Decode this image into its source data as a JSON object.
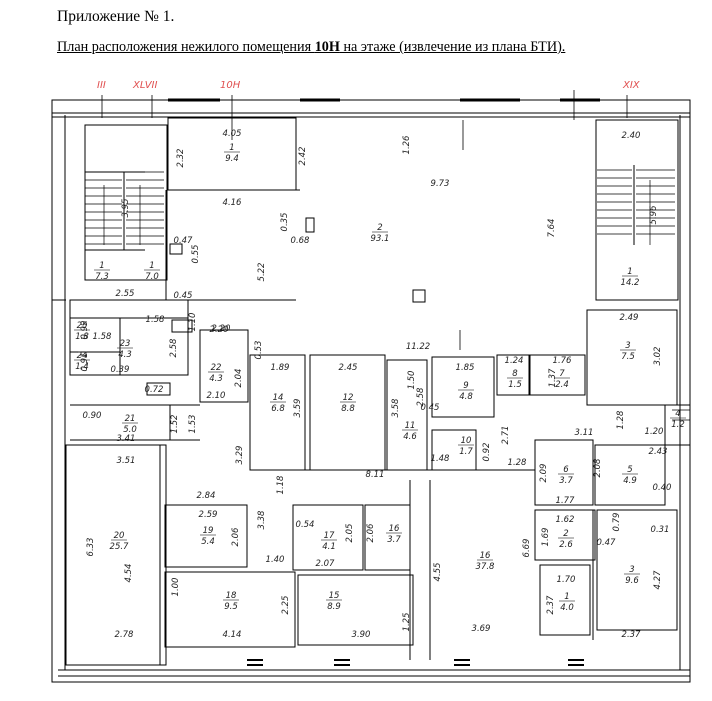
{
  "header": {
    "title": "Приложение № 1.",
    "subtitle_main": "План расположения нежилого помещения ",
    "subtitle_bold": "10Н",
    "subtitle_end": " на этаже (извлечение из плана БТИ)."
  },
  "axes": [
    "III",
    "XLVII",
    "10Н",
    "XIX"
  ],
  "rooms": [
    {
      "num": "1",
      "area": "9.4"
    },
    {
      "num": "2",
      "area": "93.1"
    },
    {
      "num": "1",
      "area": "7.3"
    },
    {
      "num": "1",
      "area": "7.0"
    },
    {
      "num": "1",
      "area": "14.2"
    },
    {
      "num": "25",
      "area": "1.8"
    },
    {
      "num": "23",
      "area": "4.3"
    },
    {
      "num": "24",
      "area": "1.4"
    },
    {
      "num": "22",
      "area": "4.3"
    },
    {
      "num": "21",
      "area": "5.0"
    },
    {
      "num": "20",
      "area": "25.7"
    },
    {
      "num": "14",
      "area": "6.8"
    },
    {
      "num": "12",
      "area": "8.8"
    },
    {
      "num": "11",
      "area": "4.6"
    },
    {
      "num": "9",
      "area": "4.8"
    },
    {
      "num": "8",
      "area": "1.5"
    },
    {
      "num": "7",
      "area": "2.4"
    },
    {
      "num": "10",
      "area": "1.7"
    },
    {
      "num": "3",
      "area": "7.5"
    },
    {
      "num": "6",
      "area": "3.7"
    },
    {
      "num": "5",
      "area": "4.9"
    },
    {
      "num": "4",
      "area": "1.2"
    },
    {
      "num": "19",
      "area": "5.4"
    },
    {
      "num": "17",
      "area": "4.1"
    },
    {
      "num": "16",
      "area": "3.7"
    },
    {
      "num": "18",
      "area": "9.5"
    },
    {
      "num": "15",
      "area": "8.9"
    },
    {
      "num": "16",
      "area": "37.8"
    },
    {
      "num": "2",
      "area": "2.6"
    },
    {
      "num": "3",
      "area": "9.6"
    },
    {
      "num": "1",
      "area": "4.0"
    }
  ],
  "dimensions": [
    "4.05",
    "1.26",
    "2.40",
    "2.32",
    "2.42",
    "9.73",
    "4.16",
    "0.35",
    "0.68",
    "5.22",
    "7.64",
    "5.96",
    "3.95",
    "0.47",
    "0.55",
    "2.55",
    "0.45",
    "1.10",
    "1.58",
    "0.99",
    "0.91",
    "0.39",
    "0.72",
    "1.58",
    "2.58",
    "2.20",
    "0.53",
    "2.04",
    "2.10",
    "1.89",
    "2.45",
    "1.50",
    "1.85",
    "11.22",
    "1.24",
    "1.76",
    "2.49",
    "3.02",
    "0.90",
    "3.41",
    "1.52",
    "1.53",
    "3.59",
    "3.58",
    "0.45",
    "2.58",
    "1.37",
    "1.28",
    "4.27",
    "2.71",
    "0.92",
    "3.11",
    "2.43",
    "1.20",
    "3.29",
    "3.51",
    "8.11",
    "1.48",
    "1.28",
    "2.09",
    "2.08",
    "0.40",
    "2.84",
    "1.18",
    "1.77",
    "0.31",
    "6.33",
    "2.59",
    "2.06",
    "3.38",
    "0.54",
    "2.05",
    "2.06",
    "1.62",
    "0.79",
    "1.69",
    "0.47",
    "4.54",
    "1.40",
    "2.07",
    "6.69",
    "1.00",
    "2.25",
    "4.55",
    "1.70",
    "2.37",
    "2.78",
    "4.14",
    "3.90",
    "3.69",
    "2.37",
    "1.25",
    "2.20"
  ]
}
